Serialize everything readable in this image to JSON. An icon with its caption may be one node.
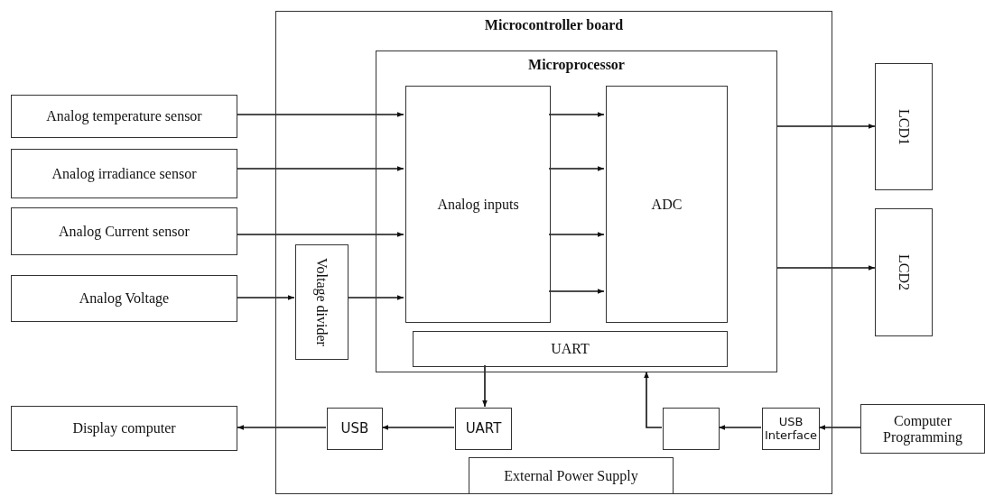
{
  "diagram": {
    "nodes": [
      {
        "text": [
          "Microcontroller board"
        ]
      },
      {
        "text": [
          "Microprocessor"
        ],
        "in": 0
      },
      {
        "text": [
          "Analog inputs"
        ],
        "in": 1
      },
      {
        "text": [
          "ADC"
        ],
        "in": 1
      },
      {
        "text": [
          "UART"
        ],
        "in": 1
      },
      {
        "text": [
          "Analog temperature sensor"
        ]
      },
      {
        "text": [
          "Analog irradiance sensor"
        ]
      },
      {
        "text": [
          "Analog Current sensor"
        ]
      },
      {
        "text": [
          "Analog Voltage"
        ]
      },
      {
        "text": [
          "Voltage divider"
        ],
        "in": 0
      },
      {
        "text": [
          "LCD1"
        ]
      },
      {
        "text": [
          "LCD2"
        ]
      },
      {
        "text": [
          "Display computer"
        ]
      },
      {
        "text": [
          "USB"
        ],
        "in": 0
      },
      {
        "text": [
          "UART"
        ],
        "in": 0
      },
      {
        "text": [
          "External Power Supply"
        ],
        "in": 0
      },
      {
        "text": [],
        "shape": "box",
        "in": 0
      },
      {
        "text": [
          "USB Interface"
        ],
        "in": 0
      },
      {
        "text": [
          "Computer Programming"
        ]
      }
    ],
    "edges": [
      {
        "from": 5,
        "to": 2,
        "arrow": "to"
      },
      {
        "from": 6,
        "to": 2,
        "arrow": "to"
      },
      {
        "from": 7,
        "to": 2,
        "arrow": "to"
      },
      {
        "from": 8,
        "to": 9,
        "arrow": "to"
      },
      {
        "from": 9,
        "to": 2,
        "arrow": "to"
      },
      {
        "from": 2,
        "to": 3,
        "arrow": "to"
      },
      {
        "from": 2,
        "to": 3,
        "arrow": "to"
      },
      {
        "from": 2,
        "to": 3,
        "arrow": "to"
      },
      {
        "from": 2,
        "to": 3,
        "arrow": "to"
      },
      {
        "from": 1,
        "to": 10,
        "arrow": "to"
      },
      {
        "from": 1,
        "to": 11,
        "arrow": "to"
      },
      {
        "from": 4,
        "to": 14,
        "arrow": "to"
      },
      {
        "from": 14,
        "to": 13,
        "arrow": "to"
      },
      {
        "from": 13,
        "to": 12,
        "arrow": "to"
      },
      {
        "from": 18,
        "to": 17,
        "arrow": "to"
      },
      {
        "from": 17,
        "to": 16,
        "arrow": "to"
      },
      {
        "from": 16,
        "to": 1,
        "arrow": "to"
      }
    ]
  }
}
